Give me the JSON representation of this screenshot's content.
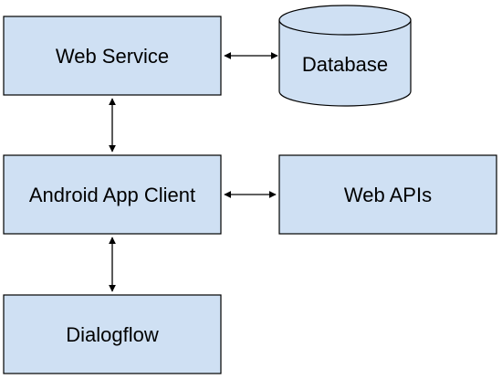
{
  "diagram": {
    "box_fill": "#cfe0f3",
    "stroke_color": "#000000",
    "nodes": {
      "web_service": "Web Service",
      "database": "Database",
      "android_app_client": "Android App Client",
      "web_apis": "Web APIs",
      "dialogflow": "Dialogflow"
    },
    "edges": [
      {
        "from": "Web Service",
        "to": "Database",
        "direction": "bidirectional"
      },
      {
        "from": "Web Service",
        "to": "Android App Client",
        "direction": "bidirectional"
      },
      {
        "from": "Android App Client",
        "to": "Web APIs",
        "direction": "bidirectional"
      },
      {
        "from": "Android App Client",
        "to": "Dialogflow",
        "direction": "bidirectional"
      }
    ]
  }
}
